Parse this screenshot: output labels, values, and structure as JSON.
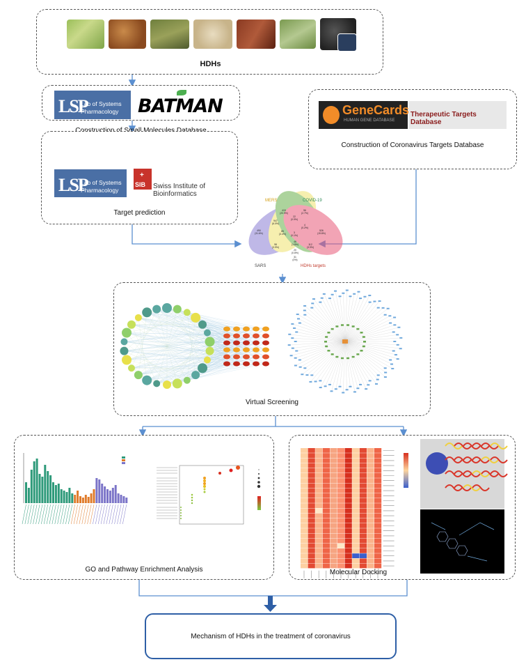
{
  "hdhs_label": "HDHs",
  "small_molecules_label": "Construction of Small Molecules Database",
  "coronavirus_db_label": "Construction of Coronavirus Targets Database",
  "target_prediction_label": "Target prediction",
  "virtual_screening_label": "Virtual Screening",
  "go_label": "GO and Pathway Enrichment Analysis",
  "docking_label": "Molecular Docking",
  "mechanism_label": "Mechanism of HDHs in the treatment of coronavirus",
  "logos": {
    "lsp_line1": "Lab of Systems",
    "lsp_line2": "Pharmacology",
    "batman": "BATMAN",
    "genecards": "GeneCards",
    "genecards_sub": "HUMAN GENE DATABASE",
    "ttd": "Therapeutic Targets Database",
    "sib_short": "SIB",
    "sib_line1": "Swiss Institute of",
    "sib_line2": "Bioinformatics"
  },
  "venn": {
    "mers": "MERS",
    "covid": "COVID-19",
    "sars": "SARS",
    "hdhs": "HDHs targets",
    "regions": [
      "415\n(20.9%)",
      "56\n(2.7%)",
      "947\n(6.0%)",
      "22\n(0.9%)",
      "490\n(31.6%)",
      "85\n(3.4%)",
      "3\n(0.1%)",
      "4\n(0.2%)",
      "526\n(19.8%)",
      "46\n(1.8%)",
      "98\n(3.9%)",
      "20\n(0.8%)",
      "112\n(3.9%)",
      "31\n(0%)"
    ]
  },
  "colors": {
    "arrow": "#5b8fd0",
    "final_border": "#2e5fa6",
    "dashed": "#555555"
  }
}
